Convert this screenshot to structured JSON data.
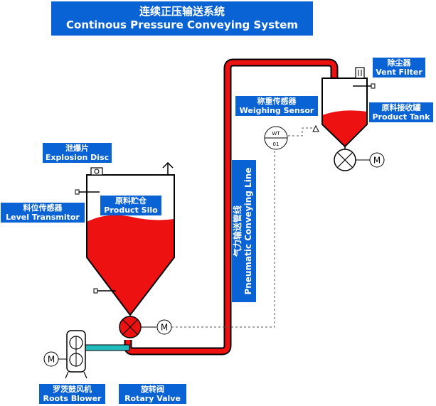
{
  "title": {
    "zh": "连续正压输送系统",
    "en": "Continous Pressure Conveying System"
  },
  "components": {
    "explosion_disc": {
      "zh": "泄爆片",
      "en": "Explosion Disc"
    },
    "level_transmitter": {
      "zh": "料位传感器",
      "en": "Level Transmitor"
    },
    "product_silo": {
      "zh": "原料贮仓",
      "en": "Product Silo"
    },
    "pneumatic_line": {
      "zh": "气力输送管线",
      "en": "Pneumatic Conveying Line"
    },
    "weighing_sensor": {
      "zh": "称重传感器",
      "en": "Weighing Sensor"
    },
    "vent_filter": {
      "zh": "除尘器",
      "en": "Vent Filter"
    },
    "product_tank": {
      "zh": "原料接收罐",
      "en": "Product Tank"
    },
    "roots_blower": {
      "zh": "罗茨鼓风机",
      "en": "Roots Blower"
    },
    "rotary_valve": {
      "zh": "旋转阀",
      "en": "Rotary Valve"
    }
  },
  "symbols": {
    "motor": "M",
    "weight_transmitter_top": "WT",
    "weight_transmitter_bottom": "01"
  },
  "colors": {
    "label_bg": "#0a63d4",
    "product_fill": "#ee1111",
    "air_line": "#22bbbb",
    "outline": "#000000"
  }
}
